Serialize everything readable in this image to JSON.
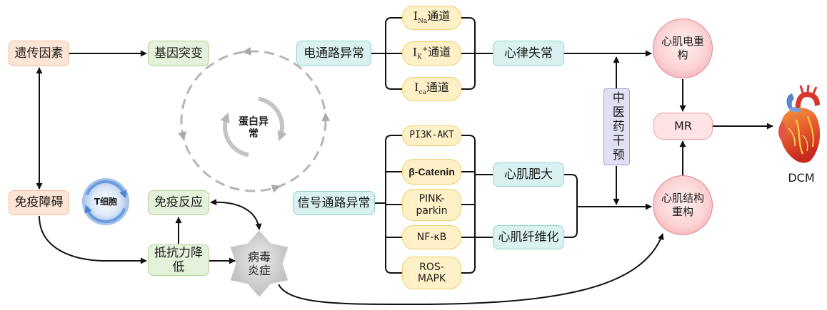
{
  "nodes": {
    "genetic_factor": "遗传因素",
    "gene_mutation": "基因突变",
    "immune_disorder": "免疫障碍",
    "immune_response": "免疫反应",
    "reduced_resistance": "抵抗力降\n低",
    "t_cell": "T细胞",
    "viral_inflammation": "病毒\n炎症",
    "protein_abnormality": "蛋白异\n常",
    "electrical_pathway": "电通路异常",
    "signal_pathway": "信号通路异常",
    "arrhythmia": "心律失常",
    "hypertrophy": "心肌肥大",
    "fibrosis": "心肌纤维化",
    "electrical_remodeling": "心肌电重\n构",
    "structural_remodeling": "心肌结构\n重构",
    "mr": "MR",
    "tcm_intervention": "中医药干预",
    "dcm": "DCM"
  },
  "channels": [
    {
      "main": "I",
      "sub": "Na",
      "suffix": "通道"
    },
    {
      "main": "I",
      "sub": "K",
      "sup": "+",
      "suffix": "通道"
    },
    {
      "main": "I",
      "sub": "ca",
      "suffix": "通道"
    }
  ],
  "signals": [
    "PI3K-AKT",
    "β-Catenin",
    "PINK-\nparkin",
    "NF-κB",
    "ROS-\nMAPK"
  ],
  "colors": {
    "peach_fill": "#fde5d5",
    "peach_border": "#f2b898",
    "green_fill": "#e4f1db",
    "green_border": "#add28f",
    "cyan_fill": "#d9f1f0",
    "cyan_border": "#94d2cd",
    "yellow_fill": "#fff1c7",
    "yellow_border": "#f1cc6a",
    "lavender_fill": "#dfe0f3",
    "lavender_border": "#9fa0cf",
    "pink_fill": "#fde3e3",
    "pink_border": "#e58a91",
    "arrow": "#111111"
  }
}
